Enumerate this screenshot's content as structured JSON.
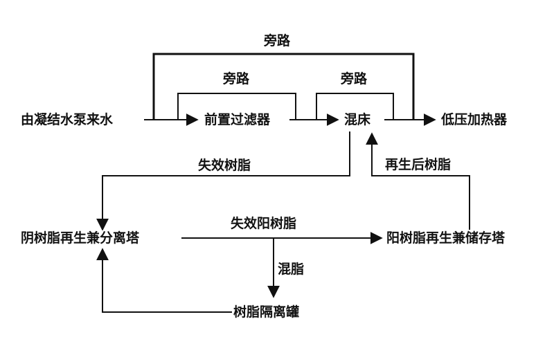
{
  "nodes": {
    "source": "由凝结水泵来水",
    "prefilter": "前置过滤器",
    "mixed_bed": "混床",
    "lp_heater": "低压加热器",
    "cation_separation_tower": "阴树脂再生兼分离塔",
    "cation_storage_tower": "阳树脂再生兼储存塔",
    "resin_isolation_tank": "树脂隔离罐"
  },
  "edges": {
    "bypass_main": "旁路",
    "bypass_prefilter": "旁路",
    "bypass_mixed_bed": "旁路",
    "spent_resin": "失效树脂",
    "regenerated_resin": "再生后树脂",
    "spent_cation_resin": "失效阳树脂",
    "mixed_resin": "混脂"
  },
  "colors": {
    "line": "#111111",
    "text": "#111111",
    "background": "#ffffff"
  }
}
